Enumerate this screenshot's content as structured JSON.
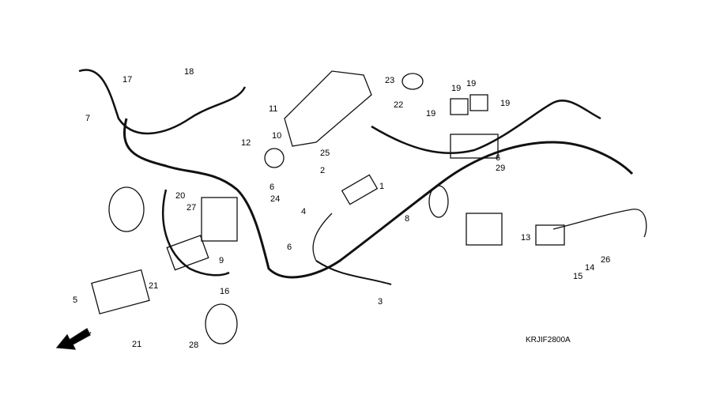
{
  "diagram_code": "KRJIF2800A",
  "direction_marker": "FR.",
  "callouts": [
    "17",
    "18",
    "7",
    "11",
    "10",
    "12",
    "25",
    "2",
    "1",
    "6",
    "20",
    "27",
    "24",
    "4",
    "9",
    "6",
    "8",
    "3",
    "16",
    "5",
    "21",
    "21",
    "28",
    "23",
    "22",
    "19",
    "19",
    "19",
    "19",
    "6",
    "29",
    "13",
    "14",
    "15",
    "26"
  ]
}
